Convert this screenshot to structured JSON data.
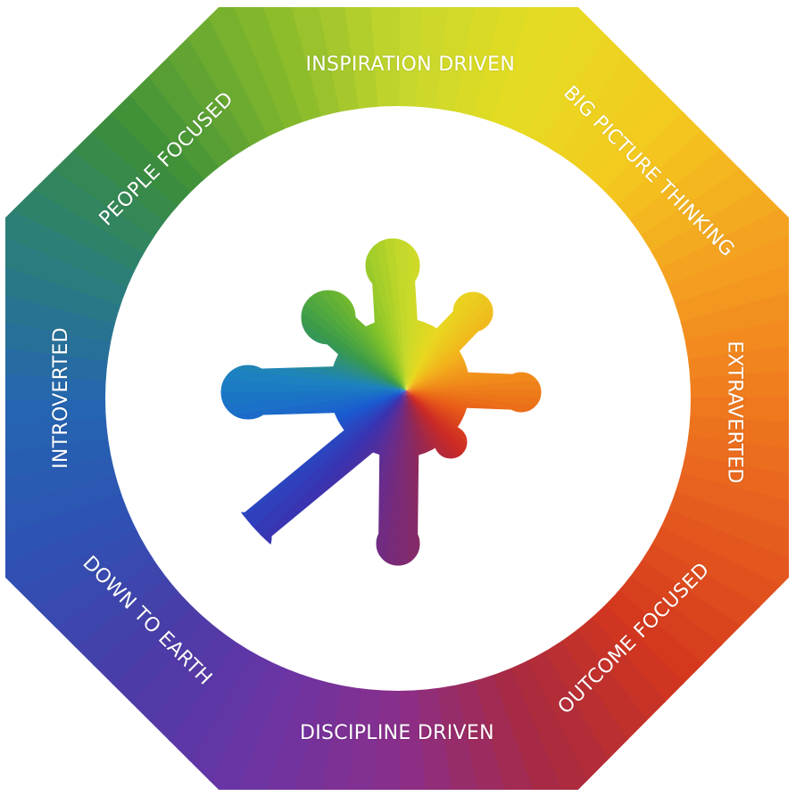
{
  "labels": {
    "top": "INSPIRATION DRIVEN",
    "top_right": "BIG PICTURE THINKING",
    "right": "EXTRAVERTED",
    "bottom_right": "OUTCOME FOCUSED",
    "bottom": "DISCIPLINE DRIVEN",
    "bottom_left": "DOWN TO EARTH",
    "left": "INTROVERTED",
    "top_left": "PEOPLE FOCUSED"
  },
  "colors": {
    "wheel": [
      "#c4d62c",
      "#e6dc22",
      "#f4c81e",
      "#f4a020",
      "#f07a1e",
      "#e45a1e",
      "#d2361e",
      "#a82a40",
      "#8a2e8a",
      "#6a34a4",
      "#4a3ca8",
      "#2e52b4",
      "#2466b0",
      "#2a7e7a",
      "#3c8e3a",
      "#7cb42c"
    ],
    "splat": [
      "#c8da2a",
      "#e8d820",
      "#f2b41c",
      "#f08a1a",
      "#e85a18",
      "#cc2a24",
      "#962852",
      "#6a2c8a",
      "#3a32b0",
      "#1a5ad0",
      "#1c82c0",
      "#3a9a4a",
      "#7cc02a"
    ]
  }
}
